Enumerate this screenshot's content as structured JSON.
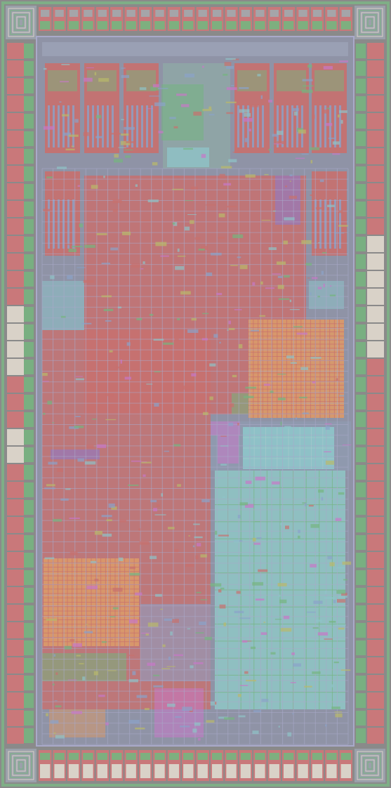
{
  "image": {
    "kind": "integrated-circuit-die-layout",
    "colors": {
      "background": "#8a8a8a",
      "seal_ring": "#7fae86",
      "pad_metal": "#c9787a",
      "pad_core": "#d9d2c8",
      "via_green": "#75b57f",
      "poly_red": "#c8706e",
      "metal_blue": "#8aa3c9",
      "metal_cyan": "#8ec3c8",
      "metal_magenta": "#c878c8",
      "metal_purple": "#8a7ad0",
      "metal_orange": "#d9996a",
      "metal_yellow": "#b9b96a",
      "grid_line": "#a9a9c9"
    },
    "pad_ring": {
      "top_pads": 22,
      "bottom_pads": 22,
      "left_pads": 40,
      "right_pads": 40
    },
    "memory_blocks": 4,
    "routing_grid": {
      "columns": 28,
      "rows": 54
    }
  }
}
